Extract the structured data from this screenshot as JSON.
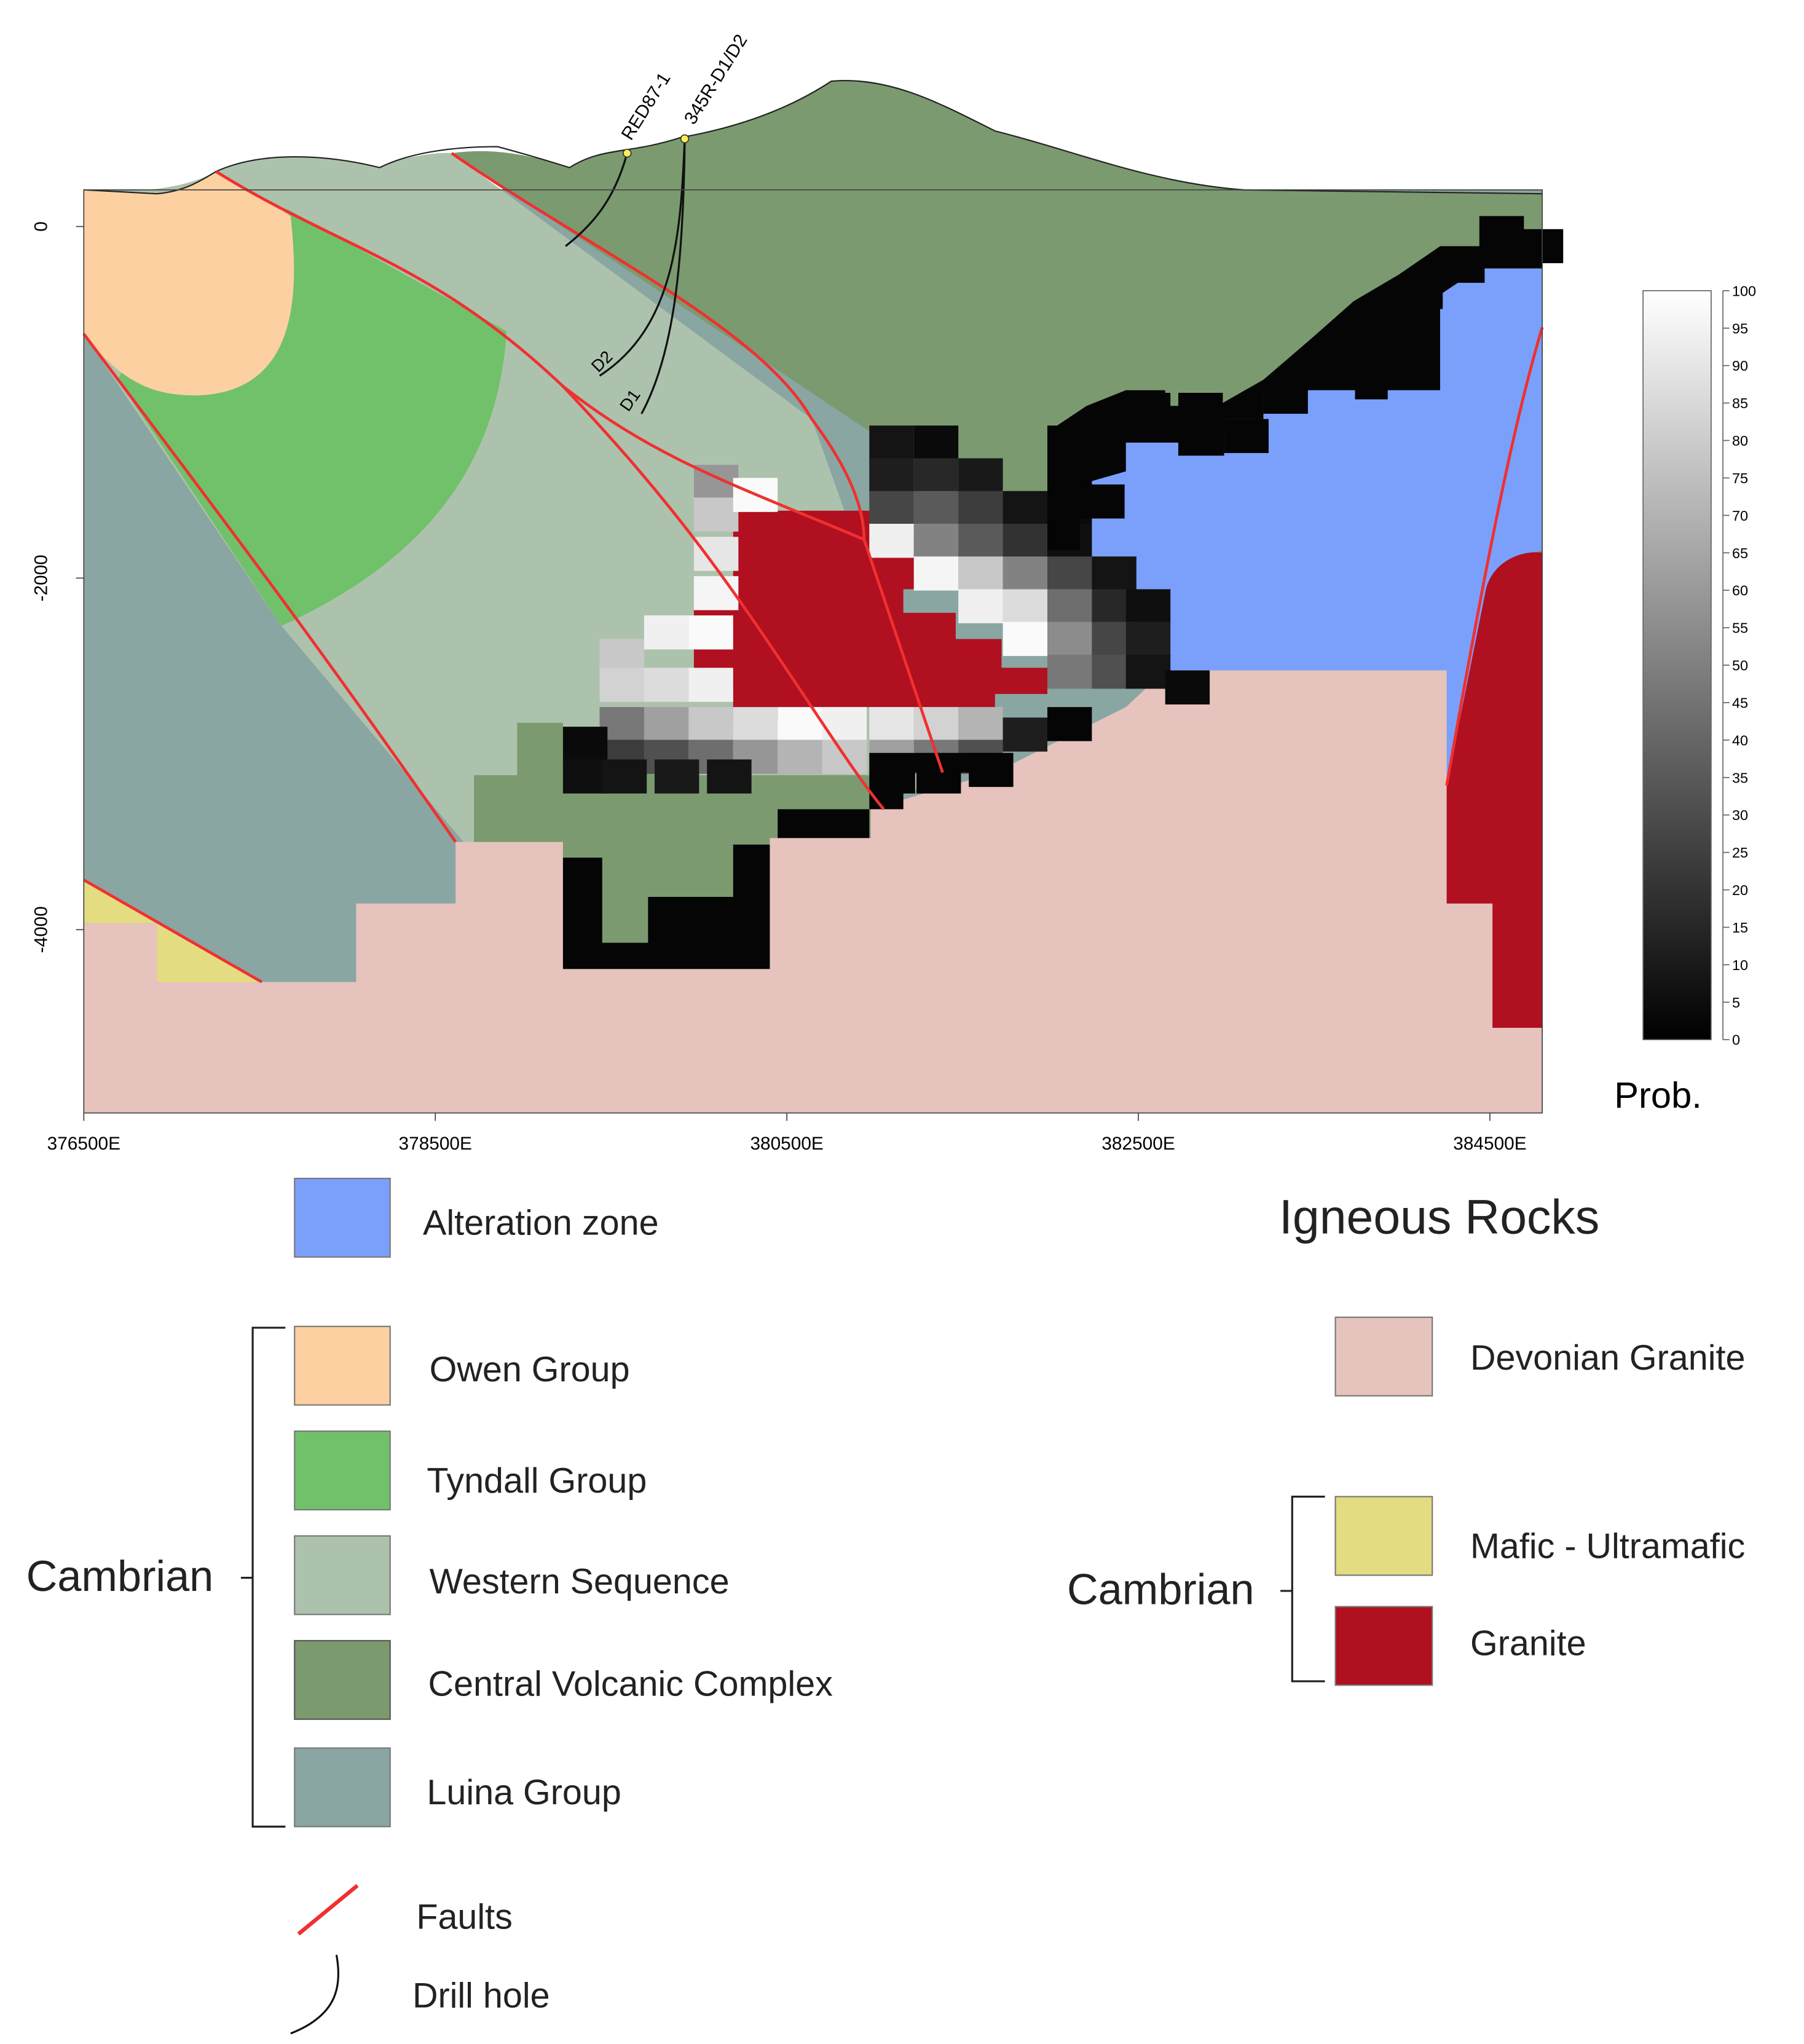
{
  "colors": {
    "owen": "#fcd0a0",
    "tyndall": "#70c16a",
    "western": "#adc2ad",
    "cvc": "#7b9a70",
    "luina": "#8aa6a2",
    "devonian": "#e6c3bd",
    "mafic": "#e4dc80",
    "granite": "#b01020",
    "alteration": "#7aa0fb",
    "fault": "#f03030",
    "drill": "#111111"
  },
  "x_axis": {
    "ticks": [
      {
        "value": 376500,
        "label": "376500E"
      },
      {
        "value": 378500,
        "label": "378500E"
      },
      {
        "value": 380500,
        "label": "380500E"
      },
      {
        "value": 382500,
        "label": "382500E"
      },
      {
        "value": 384500,
        "label": "384500E"
      }
    ]
  },
  "y_axis": {
    "ticks": [
      {
        "value": 0,
        "label": "0"
      },
      {
        "value": -2000,
        "label": "-2000"
      },
      {
        "value": -4000,
        "label": "-4000"
      }
    ]
  },
  "drill_holes": {
    "collar_labels": [
      "RED87-1",
      "345R-D1/D2"
    ],
    "branch_labels": [
      "D2",
      "D1"
    ]
  },
  "colorbar": {
    "title": "Prob.",
    "min": 0,
    "max": 100,
    "tick_labels": [
      "100",
      "95",
      "90",
      "85",
      "80",
      "75",
      "70",
      "65",
      "60",
      "55",
      "50",
      "45",
      "40",
      "35",
      "30",
      "25",
      "20",
      "15",
      "10",
      "5",
      "0"
    ]
  },
  "legend": {
    "alteration": "Alteration zone",
    "sedimentary_group_label": "Cambrian",
    "sedimentary": [
      "Owen Group",
      "Tyndall Group",
      "Western Sequence",
      "Central Volcanic Complex",
      "Luina Group"
    ],
    "igneous_title": "Igneous Rocks",
    "devonian": "Devonian Granite",
    "igneous_group_label": "Cambrian",
    "igneous_cambrian": [
      "Mafic - Ultramafic",
      "Granite"
    ],
    "faults": "Faults",
    "drill_hole": "Drill hole"
  }
}
